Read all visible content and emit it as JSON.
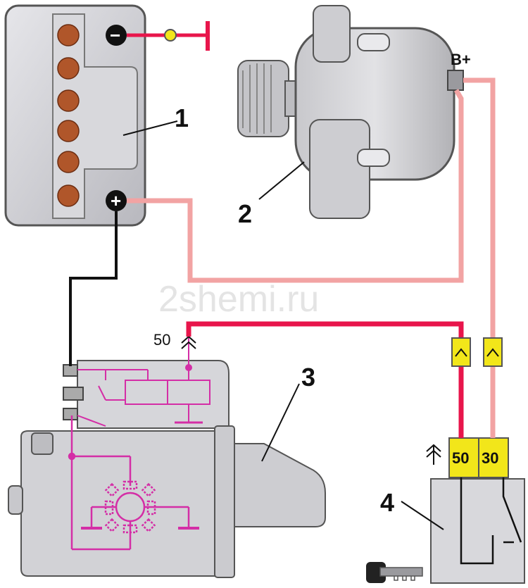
{
  "watermark": "2shemi.ru",
  "callouts": {
    "battery": "1",
    "alternator": "2",
    "starter": "3",
    "ignition_switch": "4"
  },
  "battery": {
    "negative_symbol": "−",
    "positive_symbol": "+"
  },
  "alternator": {
    "output_terminal": "B+"
  },
  "starter": {
    "terminal_label": "50"
  },
  "ignition_switch": {
    "terminal_50": "50",
    "terminal_30": "30"
  },
  "colors": {
    "wire_red": "#e8154b",
    "wire_pink": "#f2a3a3",
    "wire_black": "#111111",
    "internal_circuit": "#d42ea6",
    "connector_yellow": "#f2e61a",
    "component_gray": "#cfcfd3"
  },
  "icons": [
    "battery-cell-icon",
    "ground-icon",
    "key-icon",
    "connector-icon"
  ]
}
